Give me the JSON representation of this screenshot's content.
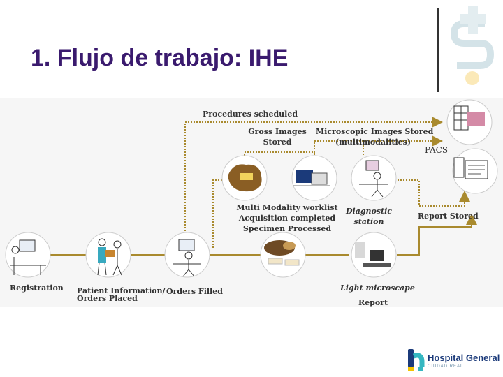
{
  "slide": {
    "title": "1. Flujo de trabajo: IHE"
  },
  "diagram": {
    "procedures_scheduled": "Procedures scheduled",
    "gross_images": [
      "Gross Images",
      "Stored"
    ],
    "micro_images": [
      "Microscopic Images Stored",
      "(multimodalities)"
    ],
    "pacs": "PACS",
    "worklist": [
      "Multi Modality worklist",
      "Acquisition completed",
      "Specimen Processed"
    ],
    "diagnostic": [
      "Diagnostic",
      "station"
    ],
    "report_stored": "Report Stored",
    "registration": "Registration",
    "patient_info": [
      "Patient Information/",
      "Orders Placed"
    ],
    "orders_filled": "Orders Filled",
    "light_microscope": "Light microscape",
    "report": "Report"
  },
  "logo": {
    "name": "Hospital General",
    "city": "CIUDAD REAL"
  },
  "colors": {
    "title": "#3a1a6e",
    "arrow": "#a98a2e",
    "logo_teal": "#35b7c1",
    "logo_blue": "#1b3a7a",
    "logo_yellow": "#f4c400"
  }
}
